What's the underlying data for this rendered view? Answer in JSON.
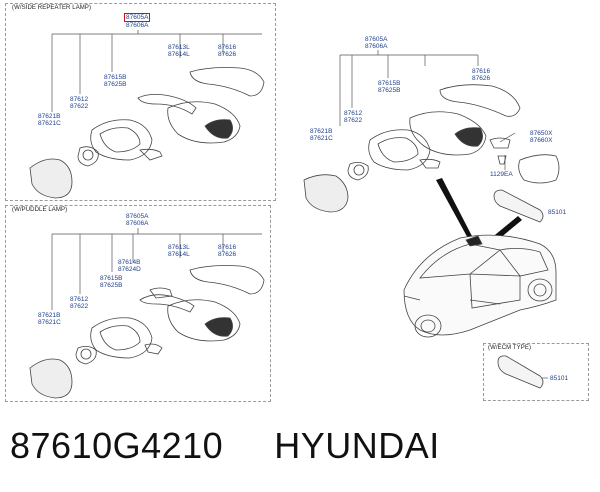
{
  "panels": {
    "repeater": {
      "title": "(W/SIDE REPEATER LAMP)"
    },
    "puddle": {
      "title": "(W/PUDDLE LAMP)"
    },
    "ecm": {
      "title": "(W/ECM TYPE)"
    }
  },
  "labels": {
    "r_top_a": "87605A",
    "r_top_b": "87606A",
    "r_613": "87613L\n87614L",
    "r_616": "87616\n87626",
    "r_615": "87615B\n87625B",
    "r_612": "87612\n87622",
    "r_621": "87621B\n87621C",
    "p_top": "87605A\n87606A",
    "p_613": "87613L\n87614L",
    "p_616": "87616\n87626",
    "p_614": "87614B\n87624D",
    "p_615": "87615B\n87625B",
    "p_612": "87612\n87622",
    "p_621": "87621B\n87621C",
    "m_top": "87605A\n87606A",
    "m_616": "87616\n87626",
    "m_615": "87615B\n87625B",
    "m_612": "87612\n87622",
    "m_621": "87621B\n87621C",
    "m_650": "87650X\n87660X",
    "m_1129": "1129EA",
    "m_85101": "85101",
    "e_85101": "85101"
  },
  "footer": {
    "part_number": "87610G4210",
    "brand": "HYUNDAI"
  }
}
